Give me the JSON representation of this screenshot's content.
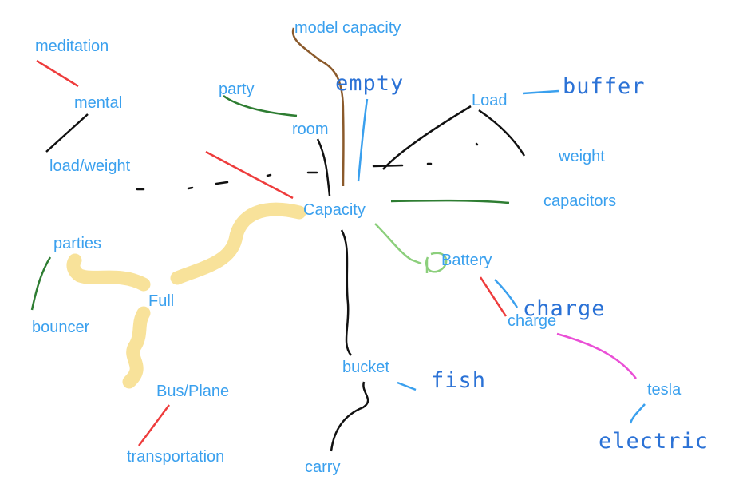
{
  "colors": {
    "label": "#3aa0ee",
    "handwriting": "#2b72d6",
    "black": "#111111",
    "red": "#ee3c3c",
    "green": "#2e7d32",
    "lightgreen": "#8ccf7c",
    "brown": "#8b5a2b",
    "pink": "#ea4fd6",
    "highlight": "#f8e29a"
  },
  "labels": {
    "capacity": "Capacity",
    "model_capacity": "model capacity",
    "meditation": "meditation",
    "mental": "mental",
    "load_weight": "load/weight",
    "party": "party",
    "room": "room",
    "load": "Load",
    "weight": "weight",
    "capacitors": "capacitors",
    "parties": "parties",
    "full": "Full",
    "bouncer": "bouncer",
    "battery": "Battery",
    "charge": "charge",
    "tesla": "tesla",
    "bucket": "bucket",
    "bus_plane": "Bus/Plane",
    "transportation": "transportation",
    "carry": "carry"
  },
  "handwritten": {
    "empty": "empty",
    "buffer": "buffer",
    "charge": "charge",
    "fish": "fish",
    "electric": "electric"
  }
}
